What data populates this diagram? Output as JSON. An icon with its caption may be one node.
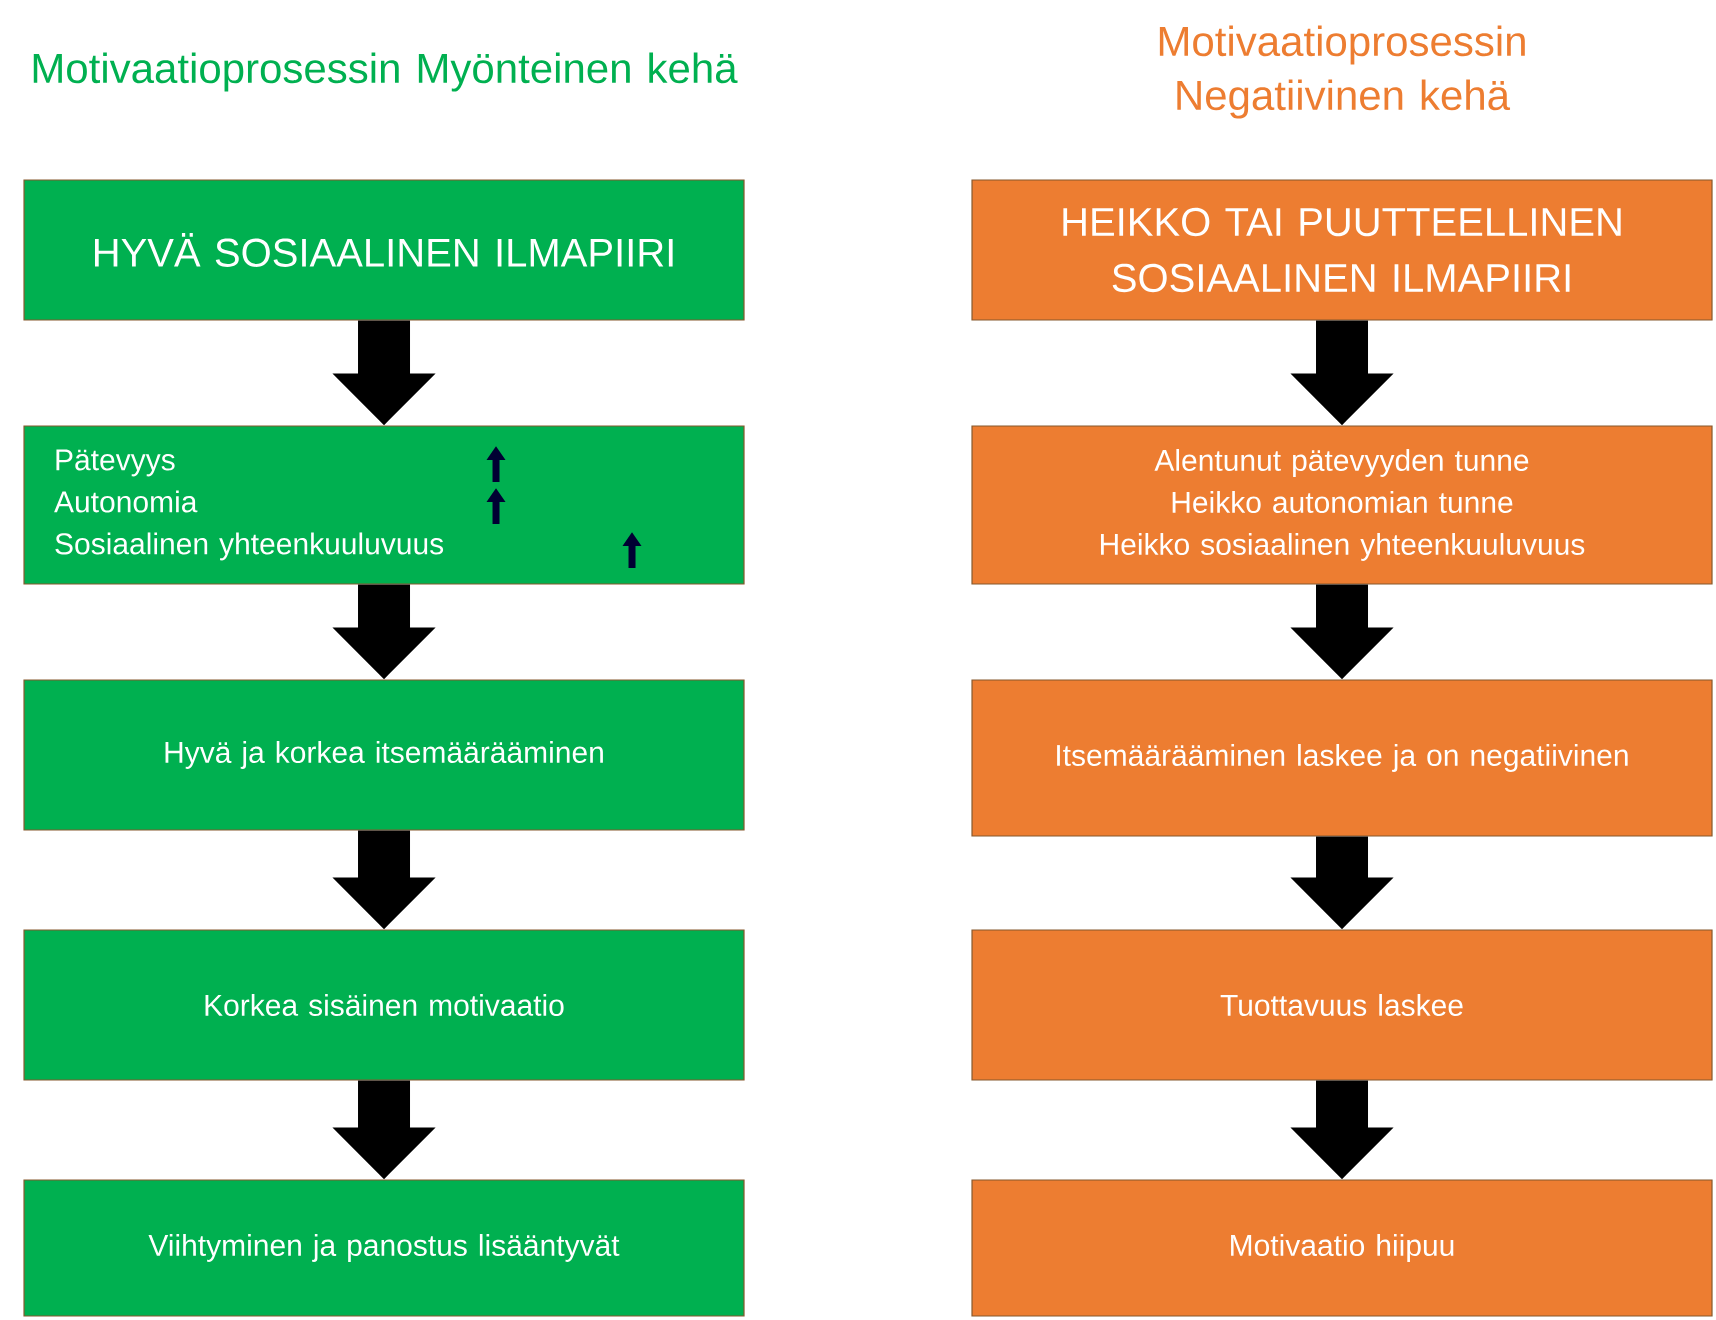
{
  "diagram": {
    "nodes": [
      {
        "text": [
          "HYVÄ SOSIAALINEN ILMAPIIRI"
        ]
      },
      {
        "text": [
          "Pätevyys",
          "Autonomia",
          "Sosiaalinen yhteenkuuluvuus"
        ]
      },
      {
        "text": [
          "Hyvä ja korkea itsemäärääminen"
        ]
      },
      {
        "text": [
          "Korkea sisäinen motivaatio"
        ]
      },
      {
        "text": [
          "Viihtyminen ja panostus lisääntyvät"
        ]
      },
      {
        "text": [
          "HEIKKO TAI PUUTTEELLINEN SOSIAALINEN ILMAPIIRI"
        ]
      },
      {
        "text": [
          "Alentunut pätevyyden tunne",
          "Heikko autonomian tunne",
          "Heikko sosiaalinen yhteenkuuluvuus"
        ]
      },
      {
        "text": [
          "Itsemäärääminen laskee ja on negatiivinen"
        ]
      },
      {
        "text": [
          "Tuottavuus laskee"
        ]
      },
      {
        "text": [
          "Motivaatio hiipuu"
        ]
      }
    ],
    "edges": [
      {
        "from": 0,
        "to": 1,
        "arrow": "to"
      },
      {
        "from": 1,
        "to": 2,
        "arrow": "to"
      },
      {
        "from": 2,
        "to": 3,
        "arrow": "to"
      },
      {
        "from": 3,
        "to": 4,
        "arrow": "to"
      },
      {
        "from": 5,
        "to": 6,
        "arrow": "to"
      },
      {
        "from": 6,
        "to": 7,
        "arrow": "to"
      },
      {
        "from": 7,
        "to": 8,
        "arrow": "to"
      },
      {
        "from": 8,
        "to": 9,
        "arrow": "to"
      }
    ],
    "labels": [
      "Motivaatioprosessin Myönteinen kehä",
      "Motivaatioprosessin Negatiivinen kehä"
    ]
  }
}
